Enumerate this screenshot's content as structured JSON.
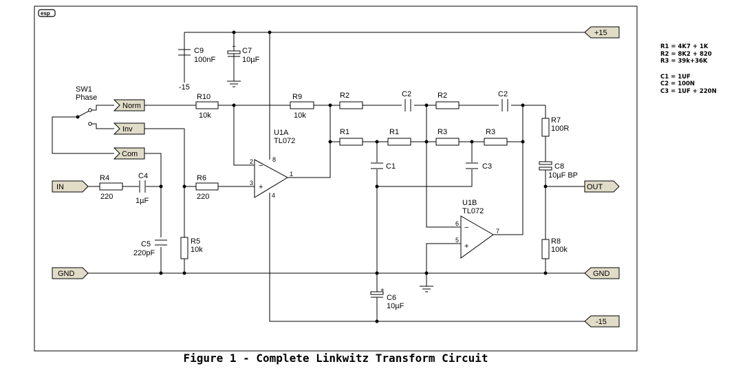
{
  "logo": "esp",
  "caption": "Figure 1 - Complete Linkwitz Transform Circuit",
  "notes": {
    "resistors": [
      "R1 = 4K7 + 1K",
      "R2 = 8K2 + 820",
      "R3 = 39k+36K"
    ],
    "capacitors": [
      "C1 = 1UF",
      "C2 = 100N",
      "C3 = 1UF + 220N"
    ]
  },
  "ports": {
    "pos_supply": "+15",
    "neg_supply_top": "-15",
    "neg_supply": "-15",
    "norm": "Norm",
    "inv": "Inv",
    "com": "Com",
    "in": "IN",
    "out": "OUT",
    "gnd_left": "GND",
    "gnd_right": "GND"
  },
  "switch": {
    "name": "SW1",
    "label": "Phase"
  },
  "opamps": {
    "u1a": {
      "name": "U1A",
      "type": "TL072",
      "pin_inv": "2",
      "pin_noninv": "3",
      "pin_out": "1",
      "pin_vpos": "8",
      "pin_vneg": "4",
      "sign_inv": "−",
      "sign_noninv": "+"
    },
    "u1b": {
      "name": "U1B",
      "type": "TL072",
      "pin_inv": "6",
      "pin_noninv": "5",
      "pin_out": "7",
      "sign_inv": "−",
      "sign_noninv": "+"
    }
  },
  "resistors": {
    "r10": {
      "name": "R10",
      "value": "10k"
    },
    "r9": {
      "name": "R9",
      "value": "10k"
    },
    "r2a": {
      "name": "R2"
    },
    "r2b": {
      "name": "R2"
    },
    "r1a": {
      "name": "R1"
    },
    "r1b": {
      "name": "R1"
    },
    "r3a": {
      "name": "R3"
    },
    "r3b": {
      "name": "R3"
    },
    "r4": {
      "name": "R4",
      "value": "220"
    },
    "r6": {
      "name": "R6",
      "value": "220"
    },
    "r5": {
      "name": "R5",
      "value": "10k"
    },
    "r7": {
      "name": "R7",
      "value": "100R"
    },
    "r8": {
      "name": "R8",
      "value": "100k"
    }
  },
  "capacitors": {
    "c9": {
      "name": "C9",
      "value": "100nF"
    },
    "c7": {
      "name": "C7",
      "value": "10µF",
      "polarity": "+"
    },
    "c2a": {
      "name": "C2"
    },
    "c2b": {
      "name": "C2"
    },
    "c1": {
      "name": "C1"
    },
    "c3": {
      "name": "C3"
    },
    "c4": {
      "name": "C4",
      "value": "1µF"
    },
    "c5": {
      "name": "C5",
      "value": "220pF"
    },
    "c6": {
      "name": "C6",
      "value": "10µF",
      "polarity": "+"
    },
    "c8": {
      "name": "C8",
      "value": "10µF BP"
    }
  }
}
